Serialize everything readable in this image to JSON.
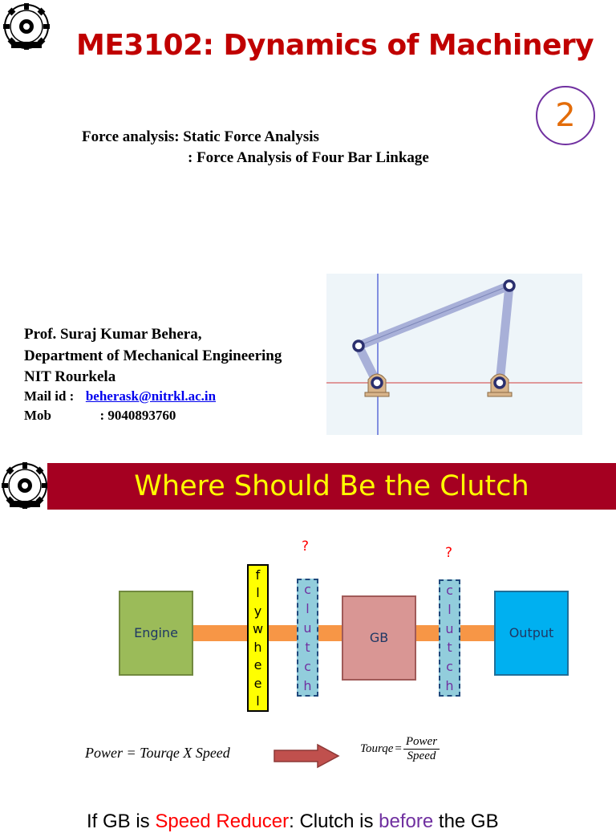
{
  "slide1": {
    "title": "ME3102: Dynamics of Machinery",
    "slide_number": "2",
    "subtitle_line1": "Force analysis: Static Force Analysis",
    "subtitle_line2": ": Force Analysis of Four Bar Linkage",
    "author": {
      "name": "Prof. Suraj Kumar Behera,",
      "department": "Department of Mechanical Engineering",
      "institute": "NIT Rourkela",
      "mail_label": "Mail  id  :",
      "mail": "beherask@nitrkl.ac.in",
      "mob_label": "Mob",
      "mob": ": 9040893760"
    }
  },
  "slide2": {
    "title": "Where Should Be the Clutch",
    "diagram": {
      "engine_label": "Engine",
      "gb_label": "GB",
      "output_label": "Output",
      "flywheel_letters": [
        "f",
        "l",
        "y",
        "w",
        "h",
        "e",
        "e",
        "l"
      ],
      "clutch_letters": [
        "c",
        "l",
        "u",
        "t",
        "c",
        "h"
      ],
      "question_mark": "?",
      "colors": {
        "engine": "#9bbb59",
        "gb": "#d99694",
        "output": "#00b0f0",
        "flywheel": "#ffff00",
        "clutch": "#92cddc",
        "shaft": "#f79646",
        "arrow": "#c0504d"
      }
    },
    "formula_left": "Power = Tourqe X Speed",
    "formula_right": {
      "lhs": "Tourqe",
      "eq": "=",
      "numerator": "Power",
      "denominator": "Speed"
    },
    "bottom": {
      "part1": "If GB is ",
      "part2": "Speed Reducer",
      "part3": ": Clutch is ",
      "part4": "before",
      "part5": " the GB"
    }
  }
}
